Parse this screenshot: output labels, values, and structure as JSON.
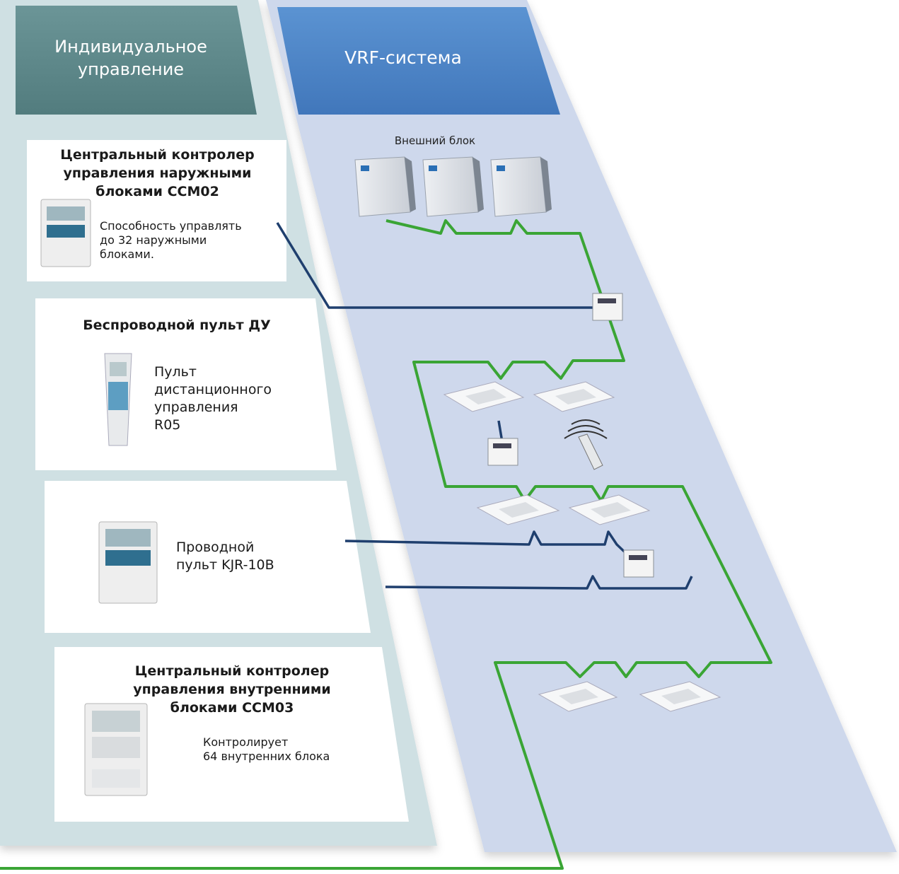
{
  "columns": {
    "individual_header": "Индивидуальное\nуправление",
    "vrf_header": "VRF-система"
  },
  "vrf": {
    "outdoor_label": "Внешний блок"
  },
  "cards": {
    "ccm02": {
      "title": "Центральный контролер\nуправления наружными\nблоками CCM02",
      "text": "Способность управлять\nдо 32 наружными\nблоками."
    },
    "wireless": {
      "title": "Беспроводной пульт ДУ",
      "text": "Пульт\nдистанционного\nуправления\nR05"
    },
    "wired": {
      "text": "Проводной\nпульт KJR-10B"
    },
    "ccm03": {
      "title": "Центральный контролер\nуправления внутренними\nблоками CCM03",
      "text": "Контролирует\n64 внутренних блока"
    }
  },
  "colors": {
    "left_column": "#cfe0e3",
    "left_header": "#5f8a8c",
    "right_column": "#ced8ec",
    "right_header": "#4f86c6",
    "pipe_green": "#3aa535",
    "wire_blue": "#1f3f6e"
  }
}
